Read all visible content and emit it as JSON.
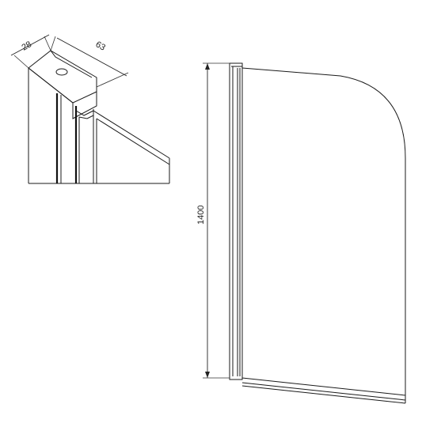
{
  "detail": {
    "depth_label": "28",
    "width_label": "63"
  },
  "panel": {
    "height_label": "1400"
  }
}
